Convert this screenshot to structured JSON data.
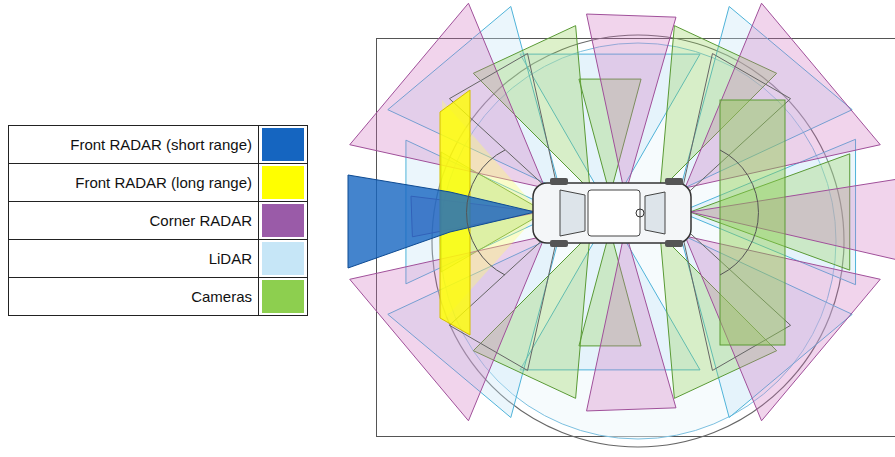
{
  "diagram": {
    "legend": [
      {
        "text": "Front RADAR (short range)",
        "color": "#1565c0"
      },
      {
        "text": "Front RADAR (long range)",
        "color": "#ffff00"
      },
      {
        "text": "Corner RADAR",
        "color": "#9a5ba8"
      },
      {
        "text": "LiDAR",
        "color": "#c6e6f7"
      },
      {
        "text": "Cameras",
        "color": "#8dcf4f"
      }
    ]
  }
}
